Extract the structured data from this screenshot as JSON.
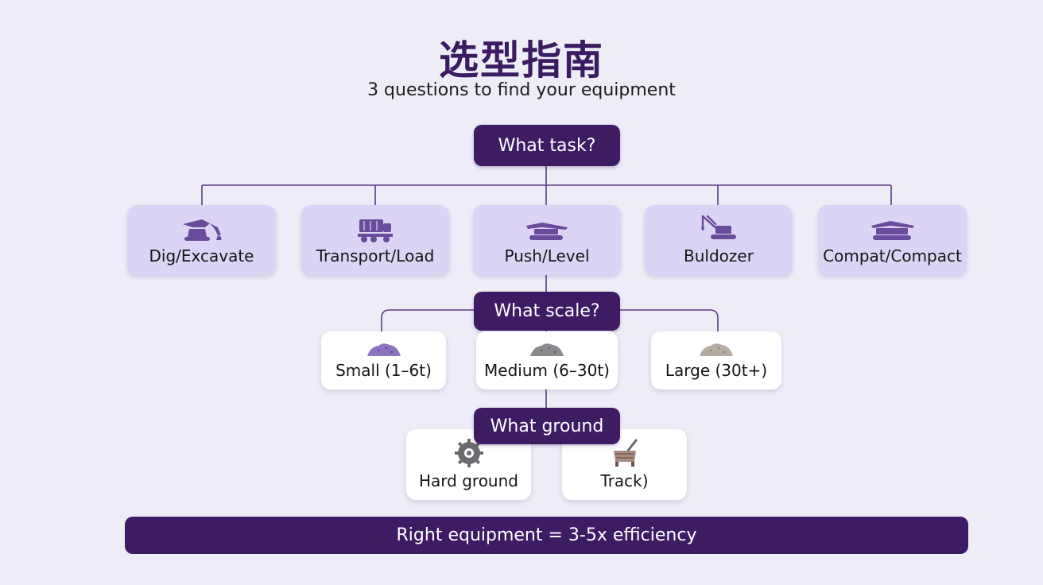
{
  "header": {
    "title": "选型指南",
    "subtitle": "3 questions to find your equipment"
  },
  "questions": {
    "task": "What task?",
    "scale": "What scale?",
    "ground": "What ground"
  },
  "tasks": [
    {
      "label": "Dig/Excavate",
      "icon": "excavator-icon"
    },
    {
      "label": "Transport/Load",
      "icon": "dump-truck-icon"
    },
    {
      "label": "Push/Level",
      "icon": "grader-icon"
    },
    {
      "label": "Buldozer",
      "icon": "crane-icon"
    },
    {
      "label": "Compat/Compact",
      "icon": "compactor-icon"
    }
  ],
  "scales": [
    {
      "label": "Small (1–6t)",
      "icon": "dirt-pile-icon"
    },
    {
      "label": "Medium (6–30t)",
      "icon": "dirt-pile-icon"
    },
    {
      "label": "Large (30t+)",
      "icon": "dirt-pile-icon"
    }
  ],
  "grounds": [
    {
      "label": "Hard ground",
      "icon": "gear-wheel-icon"
    },
    {
      "label": "Track)",
      "icon": "shovel-pile-icon"
    }
  ],
  "footer": "Right equipment = 3-5x efficiency",
  "colors": {
    "background": "#eeedf7",
    "primary": "#3e1c64",
    "task_box": "#dcd4f4",
    "connector": "#5a3a86",
    "icon_purple": "#6a4c9c"
  }
}
